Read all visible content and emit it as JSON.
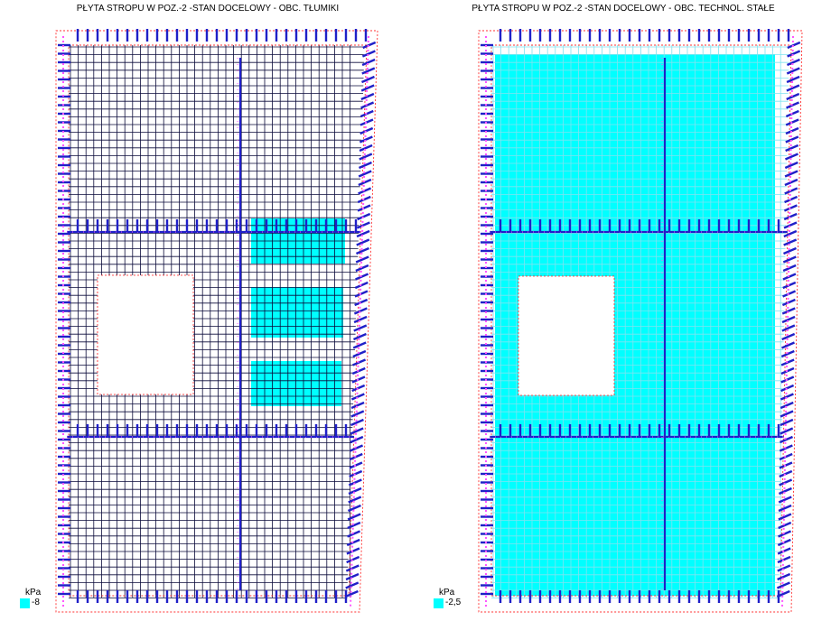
{
  "colors": {
    "load": "#00ffff",
    "mesh_left": "#0a0a3a",
    "mesh_right": "#7fe3f0",
    "support": "#2020c8",
    "edge": "#ff3030",
    "node": "#ff55ff"
  },
  "panels": [
    {
      "title": "PŁYTA STROPU W POZ.-2 -STAN DOCELOWY - OBC. TŁUMIKI",
      "legend": {
        "unit": "kPa",
        "value": "-8"
      }
    },
    {
      "title": "PŁYTA STROPU W POZ.-2 -STAN DOCELOWY - OBC. TECHNOL. STAŁE",
      "legend": {
        "unit": "kPa",
        "value": "-2,5"
      }
    }
  ]
}
